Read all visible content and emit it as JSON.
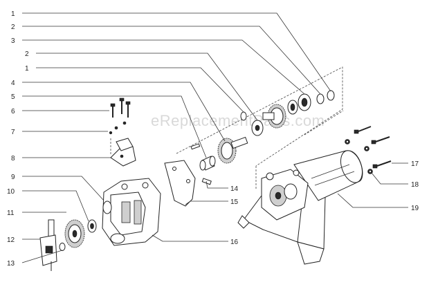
{
  "watermark": "eReplacementParts.com",
  "callouts": [
    {
      "id": "c1a",
      "text": "1"
    },
    {
      "id": "c2a",
      "text": "2"
    },
    {
      "id": "c3",
      "text": "3"
    },
    {
      "id": "c2b",
      "text": "2"
    },
    {
      "id": "c1b",
      "text": "1"
    },
    {
      "id": "c4",
      "text": "4"
    },
    {
      "id": "c5",
      "text": "5"
    },
    {
      "id": "c6",
      "text": "6"
    },
    {
      "id": "c7",
      "text": "7"
    },
    {
      "id": "c8",
      "text": "8"
    },
    {
      "id": "c9",
      "text": "9"
    },
    {
      "id": "c10",
      "text": "10"
    },
    {
      "id": "c11",
      "text": "11"
    },
    {
      "id": "c12",
      "text": "12"
    },
    {
      "id": "c13",
      "text": "13"
    },
    {
      "id": "c14",
      "text": "14"
    },
    {
      "id": "c15",
      "text": "15"
    },
    {
      "id": "c16",
      "text": "16"
    },
    {
      "id": "c17",
      "text": "17"
    },
    {
      "id": "c18",
      "text": "18"
    },
    {
      "id": "c19",
      "text": "19"
    }
  ]
}
